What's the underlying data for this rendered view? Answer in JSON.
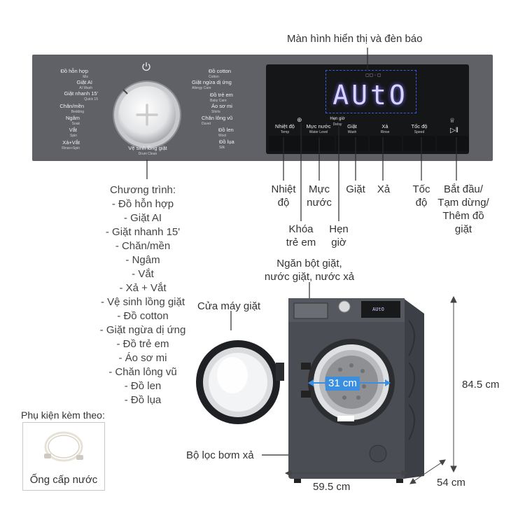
{
  "callouts": {
    "display": "Màn hình hiển thị và đèn báo",
    "temp": [
      "Nhiệt",
      "độ"
    ],
    "water": [
      "Mực",
      "nước"
    ],
    "wash": "Giặt",
    "rinse": "Xả",
    "speed": [
      "Tốc",
      "độ"
    ],
    "start": [
      "Bắt đầu/",
      "Tạm dừng/",
      "Thêm đồ",
      "giặt"
    ],
    "child_lock": [
      "Khóa",
      "trẻ em"
    ],
    "timer": [
      "Hẹn",
      "giờ"
    ],
    "detergent": [
      "Ngăn bột giặt,",
      "nước giặt, nước xả"
    ],
    "door": "Cửa máy giặt",
    "filter": "Bộ lọc bơm xả"
  },
  "programs": {
    "title": "Chương trình:",
    "items": [
      "- Đồ hỗn hợp",
      "- Giặt AI",
      "- Giặt nhanh 15'",
      "- Chăn/mền",
      "- Ngâm",
      "- Vắt",
      "- Xả + Vắt",
      "- Vệ sinh lồng giặt",
      "- Đồ cotton",
      "- Giặt ngừa dị ứng",
      "- Đồ trẻ em",
      "- Áo sơ mi",
      "- Chăn lông vũ",
      "- Đồ len",
      "- Đồ lụa"
    ]
  },
  "accessory": {
    "title": "Phụ kiện kèm theo:",
    "item": "Ống cấp nước"
  },
  "dimensions": {
    "height": "84.5 cm",
    "width": "59.5 cm",
    "depth": "54 cm",
    "door_diameter": "31 cm"
  },
  "panel": {
    "dial_left": [
      {
        "vi": "Đồ hỗn hợp",
        "en": "Mix"
      },
      {
        "vi": "Giặt AI",
        "en": "AI Wash"
      },
      {
        "vi": "Giặt nhanh 15'",
        "en": "Quick 15"
      },
      {
        "vi": "Chăn/mền",
        "en": "Bedding"
      },
      {
        "vi": "Ngâm",
        "en": "Soak"
      },
      {
        "vi": "Vắt",
        "en": "Spin"
      },
      {
        "vi": "Xả+Vắt",
        "en": "Rinse+Spin"
      }
    ],
    "dial_right": [
      {
        "vi": "Đồ cotton",
        "en": "Cotton"
      },
      {
        "vi": "Giặt ngừa dị ứng",
        "en": "Allergy Care"
      },
      {
        "vi": "Đồ trẻ em",
        "en": "Baby Care"
      },
      {
        "vi": "Áo sơ mi",
        "en": "Shirts"
      },
      {
        "vi": "Chăn lông vũ",
        "en": "Duvet"
      },
      {
        "vi": "Đồ len",
        "en": "Wool"
      },
      {
        "vi": "Đồ lụa",
        "en": "Silk"
      }
    ],
    "dial_bottom": {
      "vi": "Vệ sinh lồng giặt",
      "en": "Drum Clean"
    },
    "display_text": "AUtO",
    "buttons": [
      {
        "vi": "Nhiệt độ",
        "en": "Temp"
      },
      {
        "vi": "Mực nước",
        "en": "Water Level"
      },
      {
        "vi": "Giặt",
        "en": "Wash"
      },
      {
        "vi": "Xả",
        "en": "Rinse"
      },
      {
        "vi": "Tốc độ",
        "en": "Speed"
      }
    ],
    "timer_small": "Hẹn giờ",
    "timer_small_en": "Delay"
  },
  "colors": {
    "panel": "#5f6166",
    "display_bg": "#151618",
    "display_text": "#d7d4ff",
    "accent": "#3b8fe0",
    "body": "#4a4d53"
  }
}
